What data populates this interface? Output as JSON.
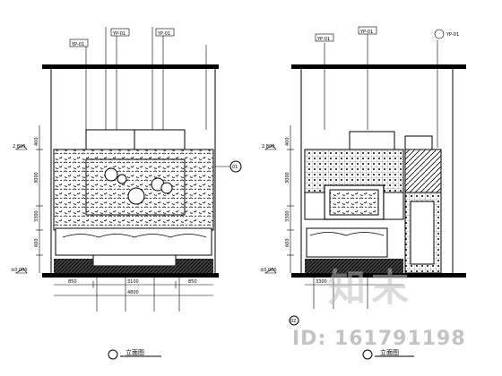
{
  "left_elevation": {
    "top_dims": [
      "400",
      "3000",
      "3300",
      "600"
    ],
    "level_top": "2.800",
    "level_bottom": "±0.000",
    "bottom_dims": [
      "850",
      "3100",
      "850"
    ],
    "bottom_total": "4800",
    "callouts_top": [
      "YP-01",
      "YP-01",
      "YP-01"
    ],
    "section_marker": "01",
    "title": "立面图"
  },
  "right_elevation": {
    "top_dims": [
      "400",
      "3000",
      "3300",
      "600"
    ],
    "level_top": "2.800",
    "level_bottom": "±0.000",
    "bottom_dims": [
      "3300"
    ],
    "callouts_top": [
      "YP-01",
      "YP-01",
      "YP-01"
    ],
    "section_marker": "02",
    "title": "立面图"
  },
  "watermark": {
    "logo": "知末",
    "id": "ID: 161791198"
  },
  "colors": {
    "line": "#000000",
    "paper": "#ffffff",
    "watermark": "#bdbdbd"
  }
}
